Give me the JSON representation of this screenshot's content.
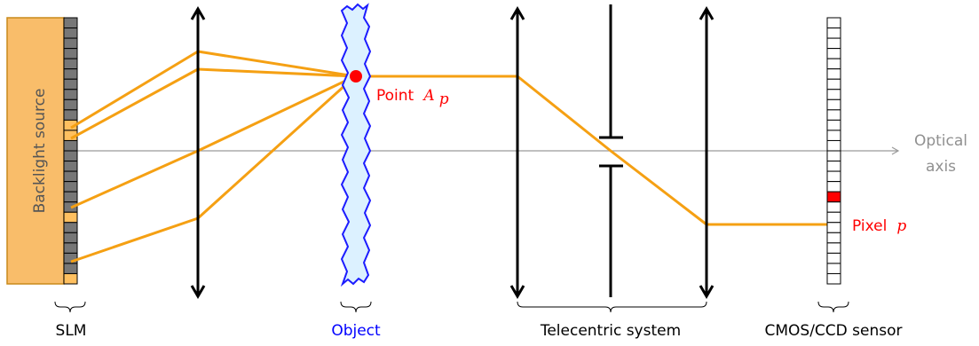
{
  "labels": {
    "backlight_source": "Backlight source",
    "point": "Point",
    "point_math": "A",
    "point_sub": "p",
    "pixel": "Pixel",
    "pixel_math": "p",
    "optical_axis_line1": "Optical",
    "optical_axis_line2": "axis",
    "slm": "SLM",
    "object": "Object",
    "telecentric_system": "Telecentric system",
    "sensor": "CMOS/CCD sensor"
  },
  "colors": {
    "ray": "#f5a013",
    "backlight_fill": "#f9bd6a",
    "backlight_stroke": "#c98a1a",
    "slm_cell_dark": "#777777",
    "slm_cell_lit": "#ffc060",
    "object_fill": "#dcf1ff",
    "object_stroke": "#1c1cff",
    "point": "#ff0000",
    "label_red": "#ff0000",
    "label_blue": "#0000ff",
    "axis": "#9a9a9a",
    "pixel": "#ff0000"
  },
  "slm": {
    "cell_count": 26,
    "lit_cells": [
      10,
      11,
      19,
      25
    ]
  },
  "sensor": {
    "cell_count": 26,
    "active_cell": 17
  }
}
